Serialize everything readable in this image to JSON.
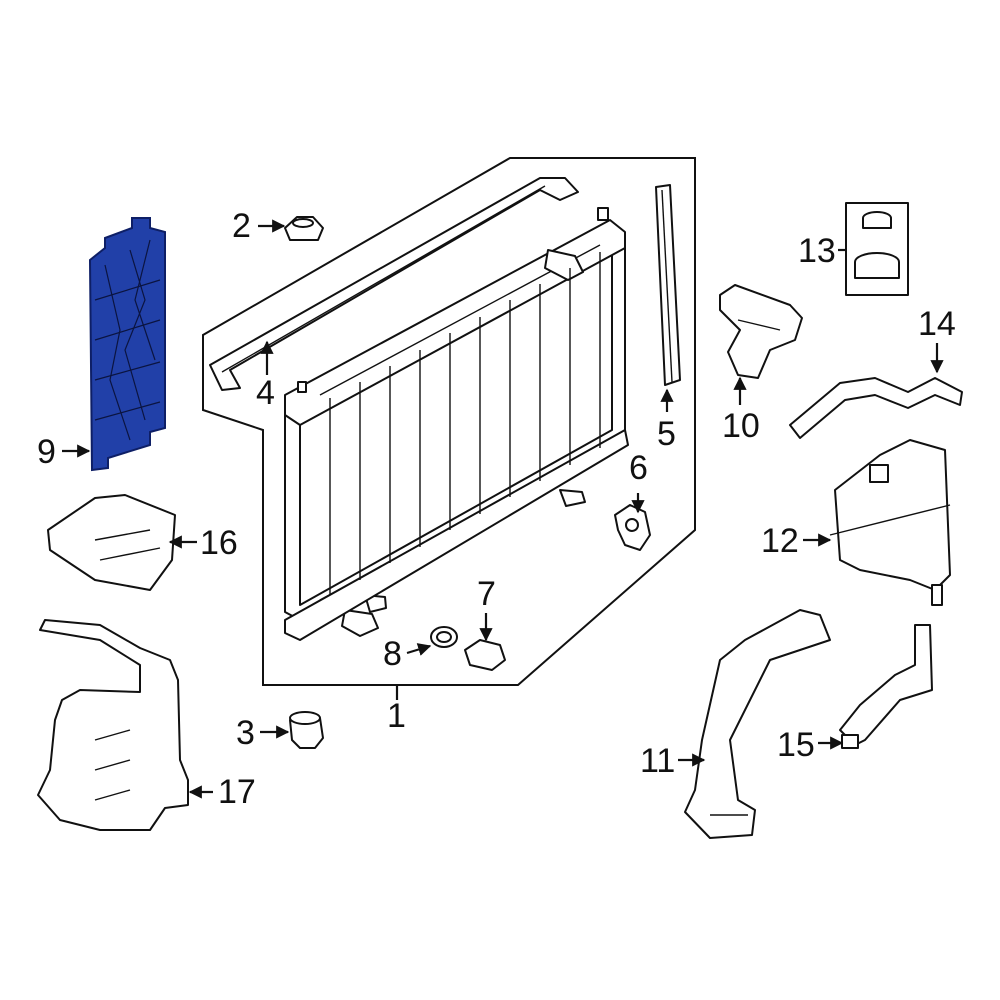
{
  "diagram": {
    "highlight_color": "#2140a8",
    "line_color": "#111111",
    "callouts": {
      "c1": "1",
      "c2": "2",
      "c3": "3",
      "c4": "4",
      "c5": "5",
      "c6": "6",
      "c7": "7",
      "c8": "8",
      "c9": "9",
      "c10": "10",
      "c11": "11",
      "c12": "12",
      "c13": "13",
      "c14": "14",
      "c15": "15",
      "c16": "16",
      "c17": "17"
    },
    "highlighted_part": "9"
  }
}
